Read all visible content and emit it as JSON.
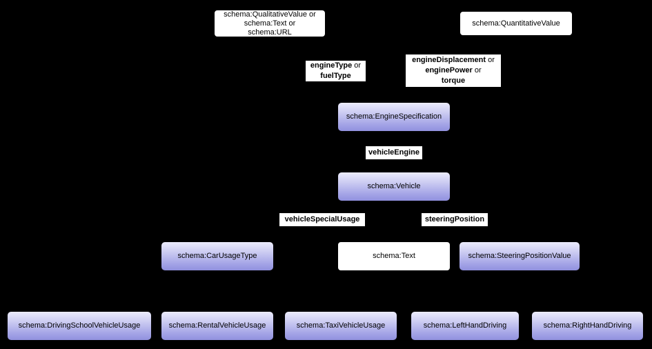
{
  "canvas": {
    "background": "#000000",
    "node_fill_top": "#ececfc",
    "node_fill_bottom": "#9191de",
    "value_node_fill": "#ffffff",
    "text_color": "#000000"
  },
  "nodes": {
    "qualitative_value": {
      "label": "schema:QualitativeValue  or\nschema:Text or\nschema:URL"
    },
    "quantitative_value": {
      "label": "schema:QuantitativeValue"
    },
    "engine_specification": {
      "label": "schema:EngineSpecification"
    },
    "vehicle": {
      "label": "schema:Vehicle"
    },
    "car_usage_type": {
      "label": "schema:CarUsageType"
    },
    "text": {
      "label": "schema:Text"
    },
    "steering_position_value": {
      "label": "schema:SteeringPositionValue"
    },
    "driving_school_vehicle_usage": {
      "label": "schema:DrivingSchoolVehicleUsage"
    },
    "rental_vehicle_usage": {
      "label": "schema:RentalVehicleUsage"
    },
    "taxi_vehicle_usage": {
      "label": "schema:TaxiVehicleUsage"
    },
    "left_hand_driving": {
      "label": "schema:LeftHandDriving"
    },
    "right_hand_driving": {
      "label": "schema:RightHandDriving"
    }
  },
  "edge_labels": {
    "engine_type": {
      "prop1": "engineType",
      "or1": " or",
      "prop2": "fuelType"
    },
    "engine_displacement": {
      "prop1": "engineDisplacement",
      "or1": " or",
      "prop2": "enginePower",
      "or2": " or",
      "prop3": "torque"
    },
    "vehicle_engine": {
      "prop": "vehicleEngine"
    },
    "vehicle_special_usage": {
      "prop": "vehicleSpecialUsage"
    },
    "steering_position": {
      "prop": "steeringPosition"
    }
  }
}
